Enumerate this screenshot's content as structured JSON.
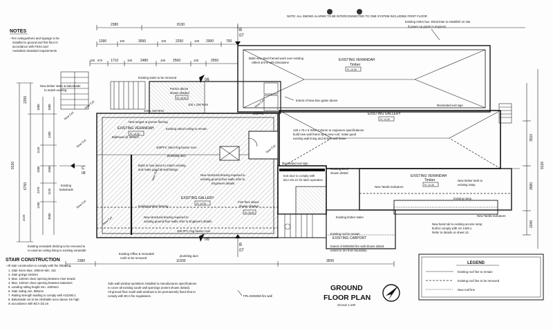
{
  "notes": {
    "heading": "NOTES",
    "lines": [
      "- Fire extinguishers and signage to be",
      "installed to ground and first floor in",
      "accordance with FESA and",
      "Australian Standard requirements"
    ]
  },
  "top_note": "NOTE: ALL SMOKE ALARMS TO BE INTERCONNECTED TO ONE SYSTEM INCLUDING FIRST FLOOR",
  "meter_note": [
    "Existing meter box. Electrician to establish on site",
    "if power up grade is required."
  ],
  "dims_top": {
    "row1": [
      "2380",
      "8130"
    ],
    "row2": [
      "1390",
      "100",
      "3050",
      "100",
      "2250",
      "100",
      "2000",
      "750"
    ],
    "row3": [
      "670",
      "1710",
      "100",
      "2480",
      "100",
      "2500",
      "100",
      "2550"
    ],
    "row3b": [
      "100"
    ]
  },
  "dims_left": {
    "outer": [
      "9130"
    ],
    "mid": [
      "2250",
      "6750"
    ],
    "inner": [
      "1000",
      "1125",
      "1500",
      "2370",
      "1250",
      "4125"
    ],
    "inner2": [
      "1000",
      "1200",
      "1650",
      "1125",
      "3500"
    ]
  },
  "dims_right": [
    "3510",
    "3580",
    "2040",
    "9130"
  ],
  "dims_bottom": [
    "2380",
    "11500",
    "3505"
  ],
  "section_marks": {
    "b_top": {
      "letter": "B",
      "num": "07"
    },
    "six_top": {
      "num": "06"
    },
    "c_left": {
      "letter": "C",
      "num": "08"
    },
    "six_bottom": {
      "num": "06"
    },
    "b_bottom": {
      "letter": "B",
      "num": "07"
    }
  },
  "rooms": {
    "verandah_top": {
      "name": "EXISTING VERANDAH",
      "sub": "Timber",
      "level": "FL 13.30"
    },
    "gallery_right": {
      "name": "EXISTING GALLERY",
      "level": "FL 13.30"
    },
    "verandah_right": {
      "name": "EXISTING VERANDAH",
      "sub": "Timber",
      "level": "FL 13.30"
    },
    "verandah_left": {
      "name": "EXISTING VERANDAH",
      "level": "FL 13.30"
    },
    "gallery_main": {
      "name": "EXISTING GALLERY",
      "level": "FL 13.30"
    },
    "carport": {
      "name": "EXISTING CARPORT"
    }
  },
  "callouts": {
    "stairs_remove": "Existing stairs to be removed",
    "new_timber_stairs": [
      "New timber stairs & balustrade",
      "to match existing"
    ],
    "portico": [
      "Portico above",
      "shown shaded"
    ],
    "portico_ref": "FL 16.91",
    "steel_framed": [
      "Build new steel framed work over existing",
      "rafters & line with Zincalume"
    ],
    "box_gutter": "Extent of New Box gutter above",
    "illuminated_sign": "Illuminated exit sign",
    "steel_column": [
      "125 x 75 x 5 Steel Column to engineers specifications",
      "build new wall frame up to new roof, make good",
      "existing wall lining and timber wall frame"
    ],
    "rhs1": "100 x 100 RHS",
    "rhs2": "100 x 100 RHS",
    "pfc": "200PFC",
    "tongue_groove": "New tongue & groove flooring",
    "raked_ceiling": "Existing raked ceiling to remain",
    "bulkhead": "Bulkhead @ 3060cfl",
    "steel_ring_top": "200PFC Steel ring bearer over",
    "plumbing1": "plumbing duct",
    "new_doors": [
      "Build in new doors to match existing",
      "and make good all wall linings"
    ],
    "new_structural_top": [
      "New structural bracing required to",
      "existing ground floor walls refer to",
      "Engineers details"
    ],
    "illum_exit2": "Illuminated exit sign",
    "exit_door": [
      "Exit door to comply with",
      "BCA D2.21 for latch operation"
    ],
    "existing_deck": [
      "Existing Deck",
      "shown dotted"
    ],
    "tactile1": "New Tactile indicators",
    "new_timber_kerb": [
      "New timber kerb to",
      "existing ramp"
    ],
    "existing_ramp": "Existing ramp",
    "new_tactile2": "New Tactile indicators",
    "handrail": [
      "New hand rail to existing access ramp",
      "built to comply with AS 1428.1",
      "Refer to details on sheet 10."
    ],
    "existing_balustrade": [
      "Existing",
      "balustrade"
    ],
    "timber_flooring": "Existing timber flooring",
    "first_floor_above": [
      "First floor above",
      "shown shaded"
    ],
    "first_floor_ref": "FL 16.91",
    "new_structural_bot": [
      "New structural bracing required to",
      "existing ground floor walls refer to Engineers details"
    ],
    "steel_ring_bot": "200 PFC ring bearer over",
    "existing_timber_stairs": "Existing timber stairs",
    "existing_roof": "Existing roof to remain",
    "fire_wall": [
      "Extent of 60/60/60 fire wall shown dotted",
      "extent to 3m from boundary"
    ],
    "decking_remove": [
      "Existing verandah decking to be removed &",
      "re-used as ceiling lining to existing verandah"
    ],
    "office_verandah": [
      "Existing Office & Verandah",
      "roofs to be removed"
    ],
    "plumbing2": "plumbing duct",
    "sprinklers": [
      "Side wall window sprinklers installed to manufactures specifications",
      "to cover all existing south wall openings (extent shown dotted).",
      "All ground floor south wall windows to be permanently fixed shut to",
      "comply with BCA fire regulations."
    ],
    "frl": "FRL 60/60/60 fire wall",
    "new_col": "New Col."
  },
  "stair_construction": {
    "heading": "STAIR CONSTRUCTION",
    "intro": "- All stair construction to comply with the following.",
    "items": [
      "1.   Stair risers Max. 190mm Min. 115",
      "2.   Stair goings 240mm",
      "3.   Max. 120mm clear opening between riser treads",
      "4.   Max. 120mm clear  opening between balusters",
      "5.   Landing railing height min. 1000mm",
      "6.   Stair railing min. 865mm",
      "7.   Railing strength loading to comply with AS2293.1",
      "8.   Balustrade not to be climbable once above 4m high",
      "      in accordance with BCA D2.16"
    ]
  },
  "legend": {
    "title": "LEGEND",
    "items": [
      "Existing roof line to remain",
      "Existing roof line to be removed",
      "New roof line"
    ]
  },
  "title_block": {
    "line1": "GROUND",
    "line2": "FLOOR PLAN",
    "scale": "SCALE 1:100"
  }
}
